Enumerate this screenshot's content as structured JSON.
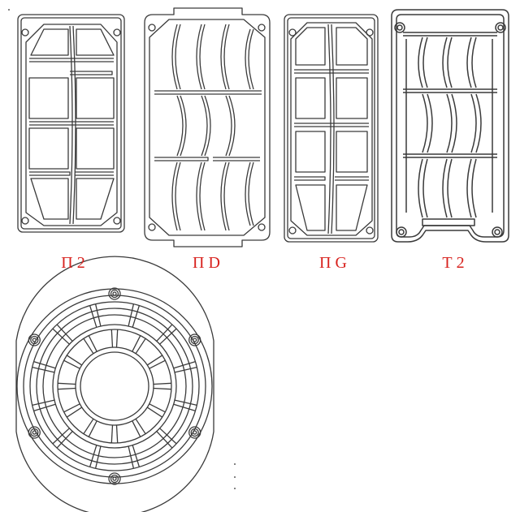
{
  "labels": {
    "p2": "П 2",
    "pd": "П D",
    "pg": "П G",
    "t2": "Т 2"
  },
  "colors": {
    "label": "#d8221e",
    "line": "#3a3a3a",
    "background": "#ffffff"
  }
}
